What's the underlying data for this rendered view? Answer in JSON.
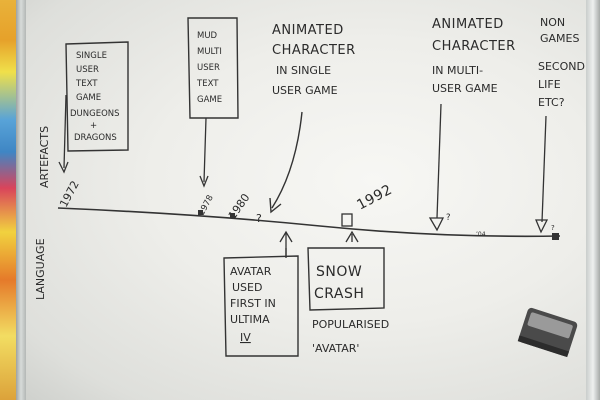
{
  "box_1972": [
    "SINGLE",
    "USER",
    "TEXT",
    "GAME",
    "DUNGEONS",
    "+",
    "DRAGONS"
  ],
  "box_mud": [
    "MUD",
    "MULTI",
    "USER",
    "TEXT",
    "GAME"
  ],
  "note_single": [
    "ANIMATED",
    "CHARACTER",
    "IN SINGLE",
    "USER GAME"
  ],
  "note_multi": [
    "ANIMATED",
    "CHARACTER",
    "IN MULTI-",
    "USER GAME"
  ],
  "note_non": [
    "NON",
    "GAMES",
    "SECOND",
    "LIFE",
    "ETC?"
  ],
  "axis_artefacts": "ARTEFACTS",
  "axis_language": "LANGUAGE",
  "year_1972": "1972",
  "year_1978": "1978",
  "year_1980": "1980",
  "year_1992": "1992",
  "q_mark": "?",
  "q_mark2": "?",
  "q_mark3": "?",
  "small_mark": "’04",
  "box_avatar": [
    "AVATAR",
    "USED",
    "FIRST IN",
    "ULTIMA",
    "IV"
  ],
  "box_snow": [
    "SNOW",
    "CRASH"
  ],
  "popularised": [
    "POPULARISED",
    "'AVATAR'"
  ]
}
